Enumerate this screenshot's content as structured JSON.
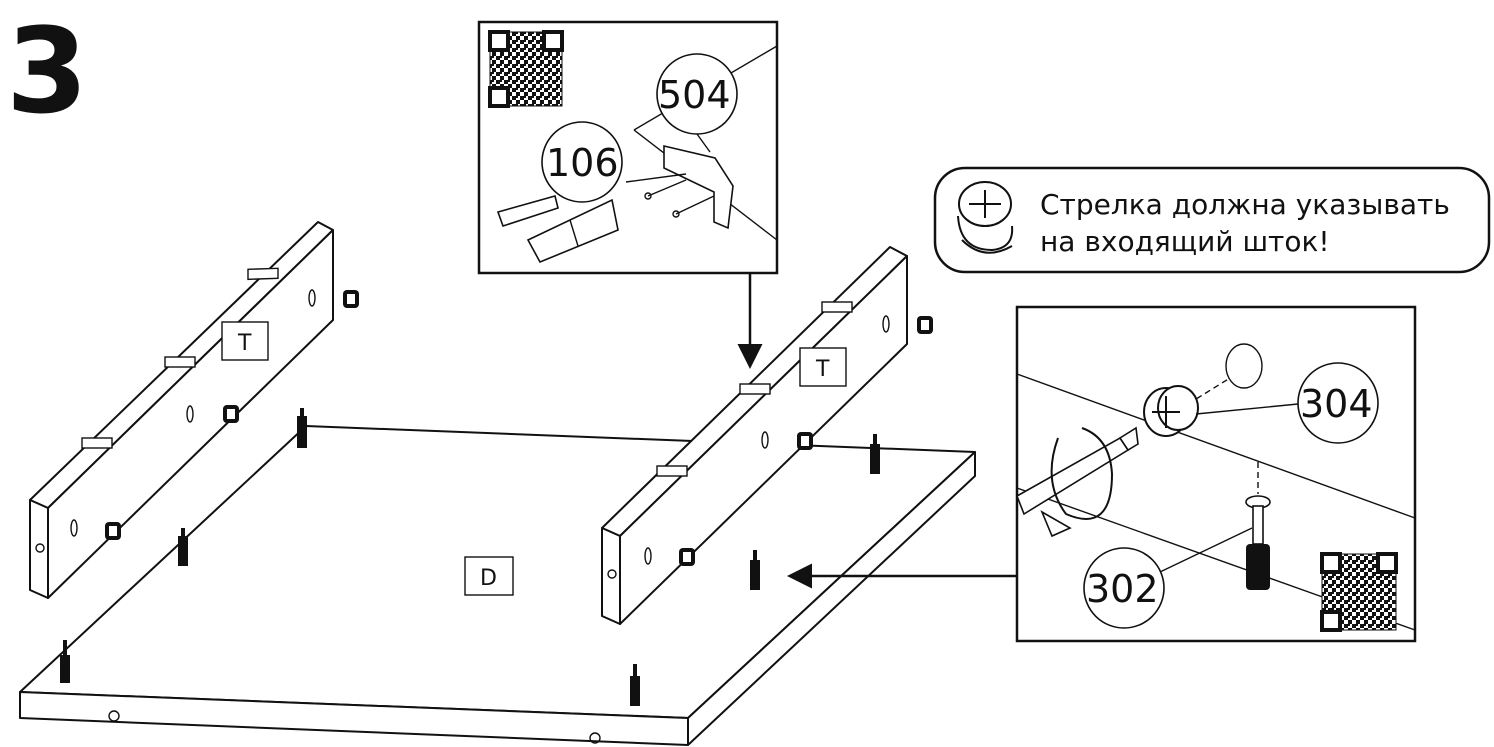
{
  "step_number": "3",
  "callouts": {
    "dowel_part": "504",
    "tool_part": "106",
    "cam_lock": "304",
    "cam_bolt": "302"
  },
  "panel_labels": {
    "left_side": "T",
    "right_side": "T",
    "base": "D"
  },
  "note": {
    "line1": "Стрелка должна указывать",
    "line2": "на входящий шток!"
  }
}
